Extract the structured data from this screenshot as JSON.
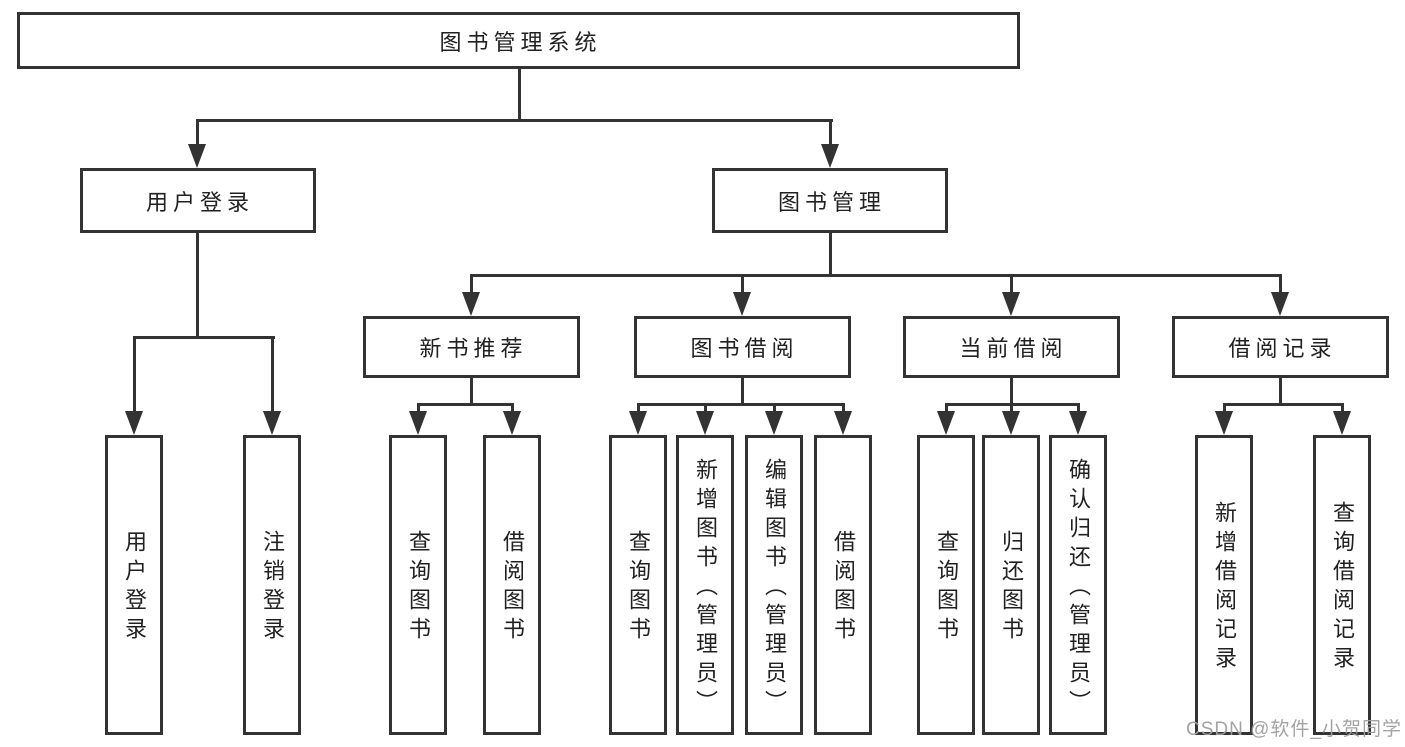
{
  "title": "图书管理系统",
  "level1": [
    {
      "label": "用户登录"
    },
    {
      "label": "图书管理"
    }
  ],
  "level2": [
    {
      "label": "新书推荐"
    },
    {
      "label": "图书借阅"
    },
    {
      "label": "当前借阅"
    },
    {
      "label": "借阅记录"
    }
  ],
  "leaves": {
    "login": [
      {
        "label": "用户登录"
      },
      {
        "label": "注销登录"
      }
    ],
    "newbook": [
      {
        "label": "查询图书"
      },
      {
        "label": "借阅图书"
      }
    ],
    "borrow": [
      {
        "label": "查询图书"
      },
      {
        "label": "新增图书（管理员）"
      },
      {
        "label": "编辑图书（管理员）"
      },
      {
        "label": "借阅图书"
      }
    ],
    "current": [
      {
        "label": "查询图书"
      },
      {
        "label": "归还图书"
      },
      {
        "label": "确认归还（管理员）"
      }
    ],
    "records": [
      {
        "label": "新增借阅记录"
      },
      {
        "label": "查询借阅记录"
      }
    ]
  },
  "watermark": "CSDN @软件_小贺同学",
  "colors": {
    "line": "#333333",
    "text": "#212121",
    "watermark": "#9e9e9e",
    "background": "#ffffff"
  }
}
